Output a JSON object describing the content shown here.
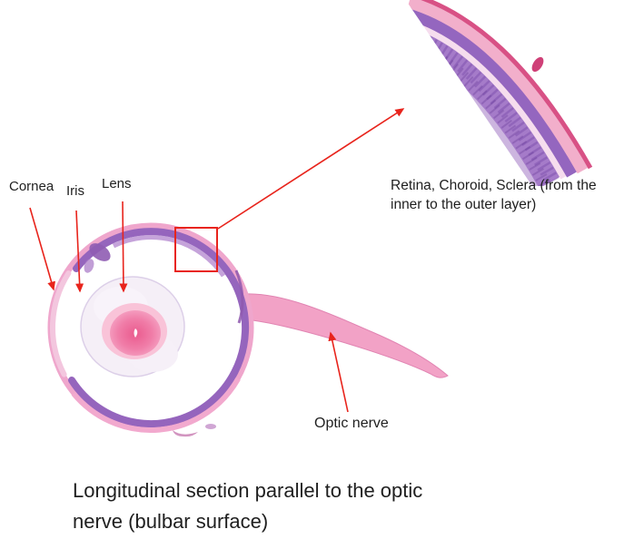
{
  "annotations": {
    "cornea": "Cornea",
    "iris": "Iris",
    "lens": "Lens",
    "optic_nerve": "Optic nerve",
    "inset_caption_line1": "Retina, Choroid, Sclera (from the",
    "inset_caption_line2": "inner to the outer layer)",
    "caption_line1": "Longitudinal section parallel to the optic",
    "caption_line2": "nerve (bulbar surface)"
  },
  "colors": {
    "annotation_red": "#e8241c",
    "label_text": "#1f1f1f",
    "sclera_pink": "#efa6cc",
    "retina_purple": "#9565bd",
    "lens_pink": "#ec5d90",
    "nerve_pink": "#f2a2c6",
    "inset_purple": "#9466bf",
    "inset_outer_pink": "#d85185"
  }
}
